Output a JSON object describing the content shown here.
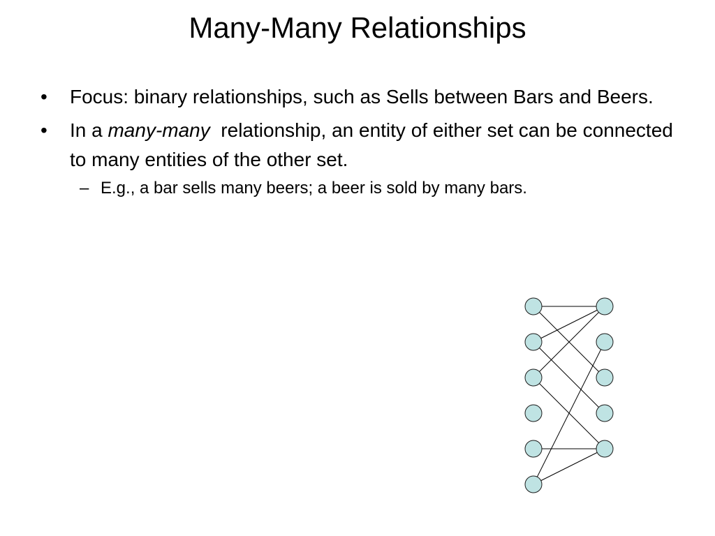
{
  "slide": {
    "title": "Many-Many Relationships",
    "bullets": [
      {
        "marker": "•",
        "text": "Focus: binary relationships, such as Sells between Bars and Beers."
      },
      {
        "marker": "•",
        "prefix": "In a ",
        "emphasis": "many-many",
        "suffix": "  relationship, an entity of either set can be connected to many entities of the other set.",
        "sub_bullets": [
          {
            "marker": "–",
            "text": "E.g., a bar sells many beers; a beer is sold by many bars."
          }
        ]
      }
    ]
  },
  "diagram": {
    "node_fill": "#bfe3e3",
    "node_stroke": "#1a1a1a",
    "edge_color": "#000000",
    "left_count": 6,
    "right_count": 5,
    "edges": [
      [
        0,
        0
      ],
      [
        0,
        2
      ],
      [
        1,
        0
      ],
      [
        1,
        3
      ],
      [
        2,
        0
      ],
      [
        2,
        4
      ],
      [
        4,
        4
      ],
      [
        5,
        1
      ],
      [
        5,
        4
      ]
    ]
  }
}
